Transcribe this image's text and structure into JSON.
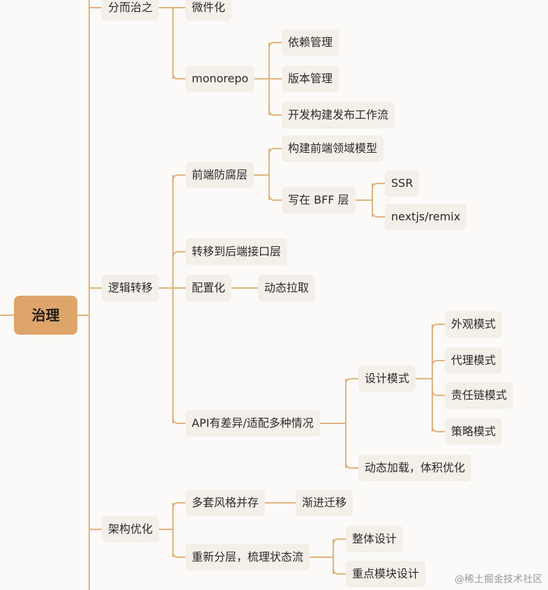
{
  "diagram": {
    "root": "治理",
    "watermark": "@稀土掘金技术社区",
    "line_color": "#e0b37e",
    "node_bg": "#f4efe9",
    "root_bg": "#dea56b",
    "nodes": {
      "fen_er_zhi_zhi": "分而治之",
      "wei_jian_hua": "微件化",
      "monorepo": "monorepo",
      "yi_lai_guan_li": "依赖管理",
      "ban_ben_guan_li": "版本管理",
      "kai_fa_gou_jian": "开发构建发布工作流",
      "luo_ji_zhuan_yi": "逻辑转移",
      "qian_duan_fang_fu_ceng": "前端防腐层",
      "gou_jian_ling_yu_mo_xing": "构建前端领域模型",
      "xie_zai_bff_ceng": "写在 BFF 层",
      "ssr": "SSR",
      "nextjs_remix": "nextjs/remix",
      "zhuan_yi_hou_duan": "转移到后端接口层",
      "pei_zhi_hua": "配置化",
      "dong_tai_la_qu": "动态拉取",
      "api_cha_yi": "API有差异/适配多种情况",
      "she_ji_mo_shi": "设计模式",
      "wai_guan_mo_shi": "外观模式",
      "dai_li_mo_shi": "代理模式",
      "ze_ren_lian_mo_shi": "责任链模式",
      "ce_lve_mo_shi": "策略模式",
      "dong_tai_jia_zai": "动态加载，体积优化",
      "jia_gou_you_hua": "架构优化",
      "duo_tao_feng_ge": "多套风格并存",
      "jian_jin_qian_yi": "渐进迁移",
      "chong_xin_fen_ceng": "重新分层，梳理状态流",
      "zheng_ti_she_ji": "整体设计",
      "zhong_dian_mo_kuai": "重点模块设计"
    }
  }
}
